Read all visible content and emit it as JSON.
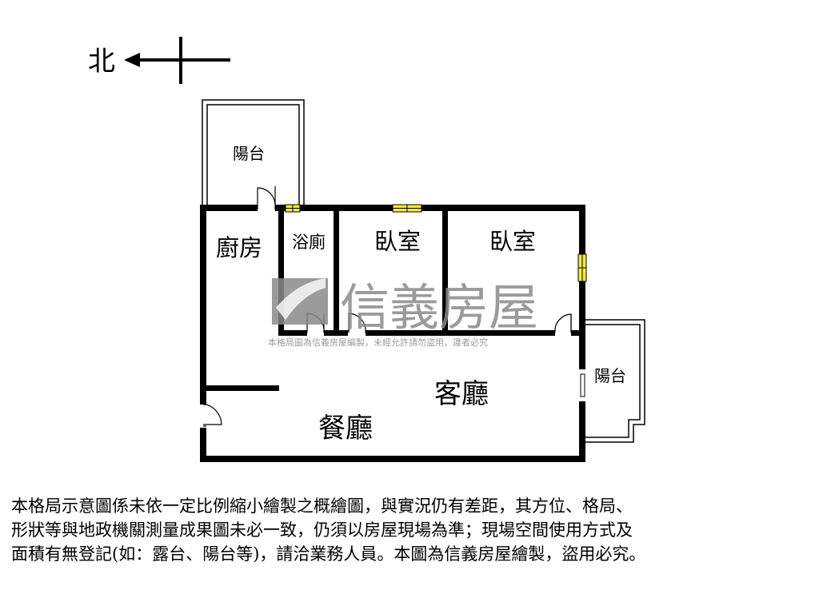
{
  "compass": {
    "north_label": "北"
  },
  "rooms": {
    "balcony_top": "陽台",
    "kitchen": "廚房",
    "bathroom": "浴廁",
    "bedroom_1": "臥室",
    "bedroom_2": "臥室",
    "living_room": "客廳",
    "dining_room": "餐廳",
    "balcony_right": "陽台"
  },
  "watermark": {
    "brand": "信義房屋",
    "notice": "本格局圖為信義房屋編製，未經允許請勿盜用，違者必究"
  },
  "colors": {
    "wall": "#000000",
    "window": "#f2ea3c",
    "watermark": "#8a8a8a"
  },
  "disclaimer": {
    "lines": [
      "本格局示意圖係未依一定比例縮小繪製之概繪圖，與實況仍有差距，其方位、格局、",
      "形狀等與地政機關測量成果圖未必一致，仍須以房屋現場為準；現場空間使用方式及",
      "面積有無登記(如：露台、陽台等)，請洽業務人員。本圖為信義房屋繪製，盜用必究。"
    ]
  }
}
